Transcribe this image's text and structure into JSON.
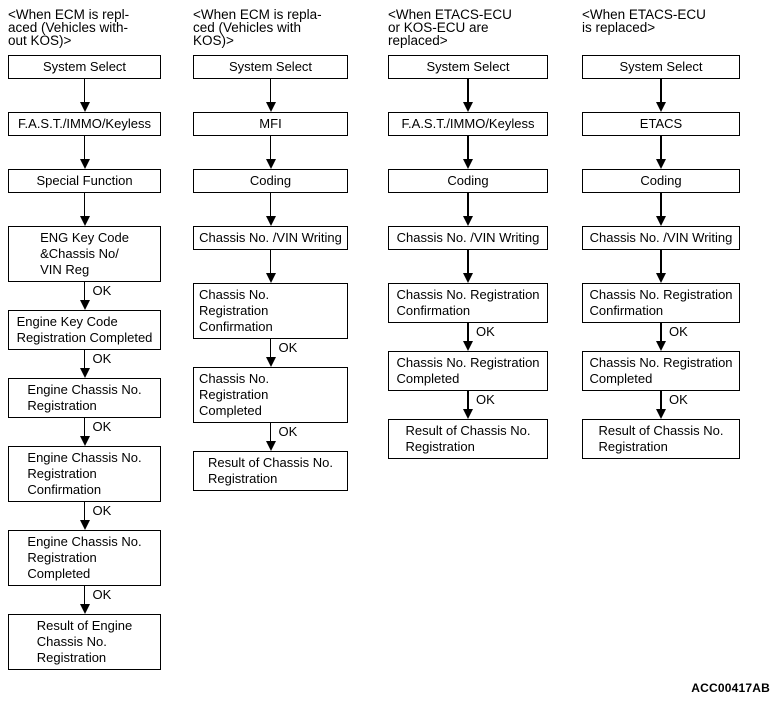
{
  "figure_code": "ACC00417AB",
  "colors": {
    "ink": "#000000",
    "background": "#ffffff"
  },
  "diagram": {
    "columns": [
      {
        "header_lines": [
          "<When ECM is repl-",
          "aced (Vehicles with-",
          "out KOS)>"
        ],
        "steps": [
          {
            "label_lines": [
              "System Select"
            ],
            "arrow_label": ""
          },
          {
            "label_lines": [
              "F.A.S.T./IMMO/Keyless"
            ],
            "arrow_label": ""
          },
          {
            "label_lines": [
              "Special Function"
            ],
            "arrow_label": ""
          },
          {
            "label_lines": [
              "ENG Key Code",
              "&Chassis No/",
              "VIN Reg"
            ],
            "arrow_label": "OK"
          },
          {
            "label_lines": [
              "Engine Key Code",
              "Registration Completed"
            ],
            "arrow_label": "OK"
          },
          {
            "label_lines": [
              "Engine Chassis No.",
              "Registration"
            ],
            "arrow_label": "OK"
          },
          {
            "label_lines": [
              "Engine Chassis No.",
              "Registration",
              "Confirmation"
            ],
            "arrow_label": "OK"
          },
          {
            "label_lines": [
              "Engine Chassis No.",
              "Registration",
              "Completed"
            ],
            "arrow_label": "OK"
          },
          {
            "label_lines": [
              "Result of Engine",
              "Chassis No.",
              "Registration"
            ],
            "arrow_label": ""
          }
        ]
      },
      {
        "header_lines": [
          "<When ECM is repla-",
          "ced (Vehicles with",
          "KOS)>"
        ],
        "steps": [
          {
            "label_lines": [
              "System Select"
            ],
            "arrow_label": ""
          },
          {
            "label_lines": [
              "MFI"
            ],
            "arrow_label": ""
          },
          {
            "label_lines": [
              "Coding"
            ],
            "arrow_label": ""
          },
          {
            "label_lines": [
              "Chassis No. /VIN Writing"
            ],
            "arrow_label": ""
          },
          {
            "label_lines": [
              "Chassis No. Registration",
              "Confirmation"
            ],
            "arrow_label": "OK"
          },
          {
            "label_lines": [
              "Chassis No. Registration",
              "Completed"
            ],
            "arrow_label": "OK"
          },
          {
            "label_lines": [
              "Result of Chassis No.",
              "Registration"
            ],
            "arrow_label": ""
          }
        ]
      },
      {
        "header_lines": [
          "<When ETACS-ECU",
          "or KOS-ECU are",
          "replaced>"
        ],
        "steps": [
          {
            "label_lines": [
              "System Select"
            ],
            "arrow_label": ""
          },
          {
            "label_lines": [
              "F.A.S.T./IMMO/Keyless"
            ],
            "arrow_label": ""
          },
          {
            "label_lines": [
              "Coding"
            ],
            "arrow_label": ""
          },
          {
            "label_lines": [
              "Chassis No. /VIN Writing"
            ],
            "arrow_label": ""
          },
          {
            "label_lines": [
              "Chassis No. Registration",
              "Confirmation"
            ],
            "arrow_label": "OK"
          },
          {
            "label_lines": [
              "Chassis No. Registration",
              "Completed"
            ],
            "arrow_label": "OK"
          },
          {
            "label_lines": [
              "Result of Chassis No.",
              "Registration"
            ],
            "arrow_label": ""
          }
        ]
      },
      {
        "header_lines": [
          "<When ETACS-ECU",
          "is replaced>"
        ],
        "steps": [
          {
            "label_lines": [
              "System Select"
            ],
            "arrow_label": ""
          },
          {
            "label_lines": [
              "ETACS"
            ],
            "arrow_label": ""
          },
          {
            "label_lines": [
              "Coding"
            ],
            "arrow_label": ""
          },
          {
            "label_lines": [
              "Chassis No. /VIN Writing"
            ],
            "arrow_label": ""
          },
          {
            "label_lines": [
              "Chassis No. Registration",
              "Confirmation"
            ],
            "arrow_label": "OK"
          },
          {
            "label_lines": [
              "Chassis No. Registration",
              "Completed"
            ],
            "arrow_label": "OK"
          },
          {
            "label_lines": [
              "Result of Chassis No.",
              "Registration"
            ],
            "arrow_label": ""
          }
        ]
      }
    ]
  }
}
